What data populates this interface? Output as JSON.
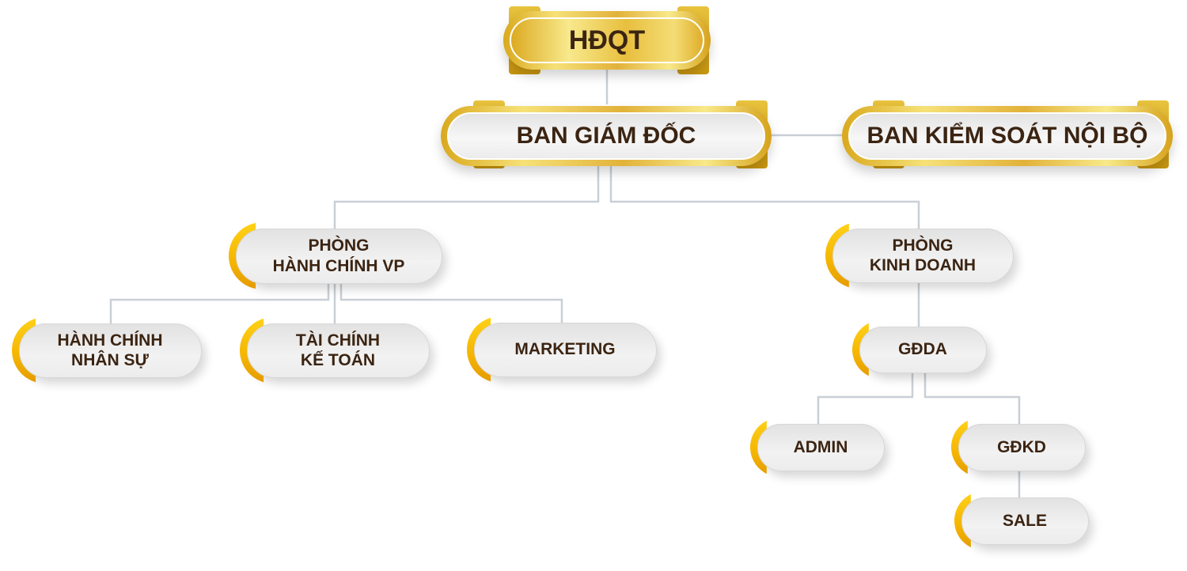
{
  "chart_title": "",
  "nodes": {
    "hdqt": "HĐQT",
    "ban_giam_doc": "BAN GIÁM ĐỐC",
    "ban_kiem_soat": "BAN KIỂM SOÁT NỘI BỘ",
    "phong_hanh_chinh": "PHÒNG\nHÀNH CHÍNH VP",
    "phong_kinh_doanh": "PHÒNG\nKINH DOANH",
    "hanh_chinh_nhan_su": "HÀNH CHÍNH\nNHÂN SỰ",
    "tai_chinh_ke_toan": "TÀI CHÍNH\nKẾ TOÁN",
    "marketing": "MARKETING",
    "gdda": "GĐDA",
    "admin": "ADMIN",
    "gdkd": "GĐKD",
    "sale": "SALE"
  },
  "hierarchy": [
    {
      "parent": "HĐQT",
      "child": "BAN GIÁM ĐỐC"
    },
    {
      "parent": "BAN GIÁM ĐỐC",
      "child": "BAN KIỂM SOÁT NỘI BỘ"
    },
    {
      "parent": "BAN GIÁM ĐỐC",
      "child": "PHÒNG HÀNH CHÍNH VP"
    },
    {
      "parent": "BAN GIÁM ĐỐC",
      "child": "PHÒNG KINH DOANH"
    },
    {
      "parent": "PHÒNG HÀNH CHÍNH VP",
      "child": "HÀNH CHÍNH NHÂN SỰ"
    },
    {
      "parent": "PHÒNG HÀNH CHÍNH VP",
      "child": "TÀI CHÍNH KẾ TOÁN"
    },
    {
      "parent": "PHÒNG HÀNH CHÍNH VP",
      "child": "MARKETING"
    },
    {
      "parent": "PHÒNG KINH DOANH",
      "child": "GĐDA"
    },
    {
      "parent": "GĐDA",
      "child": "ADMIN"
    },
    {
      "parent": "GĐDA",
      "child": "GĐKD"
    },
    {
      "parent": "GĐKD",
      "child": "SALE"
    }
  ],
  "colors": {
    "gold_accent": "#f4b400",
    "text": "#3b2412",
    "connector": "#c9cfd6"
  }
}
